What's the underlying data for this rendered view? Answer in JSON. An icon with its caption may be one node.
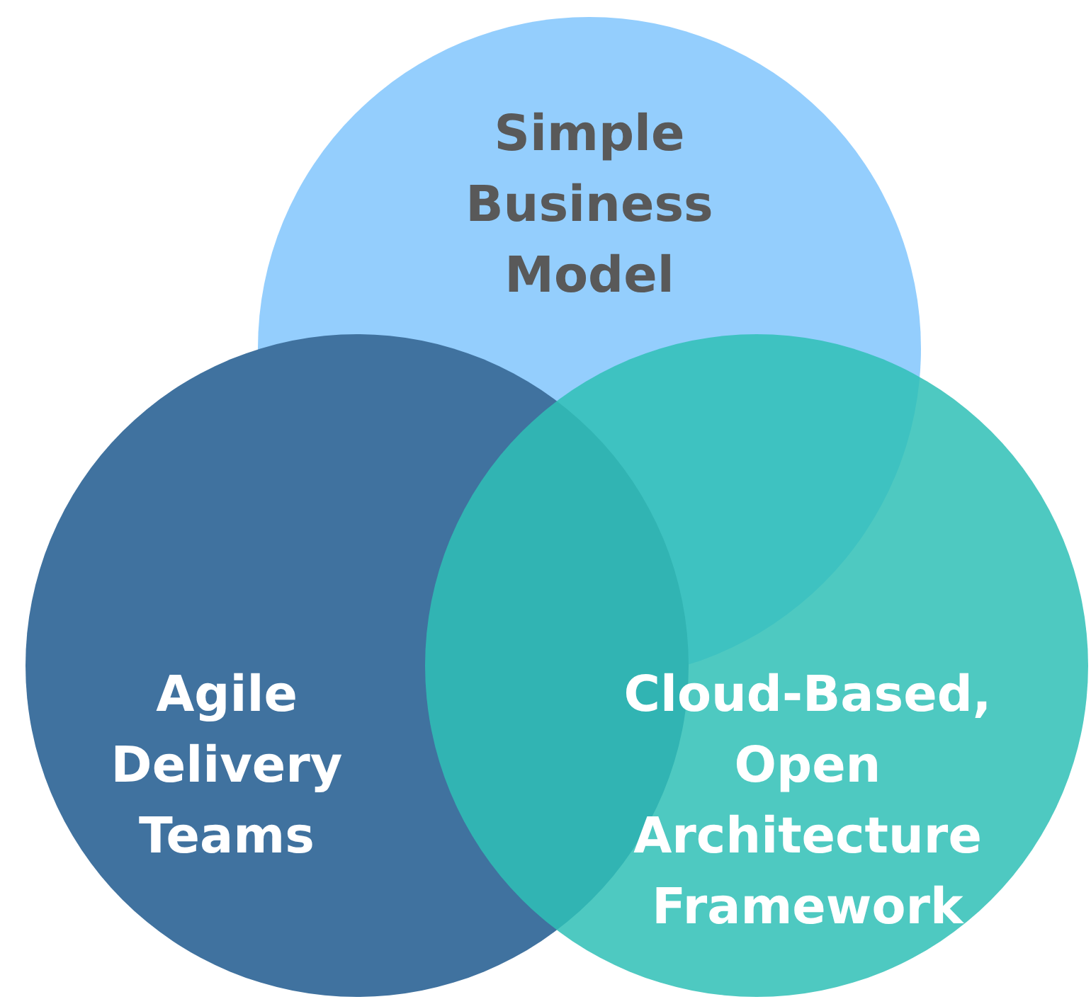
{
  "diagram": {
    "nodes": [
      {
        "text": [
          "Simple Business Model"
        ]
      },
      {
        "text": [
          "Agile Delivery Teams"
        ]
      },
      {
        "text": [
          "Cloud-Based, Open Architecture Framework"
        ]
      }
    ]
  }
}
